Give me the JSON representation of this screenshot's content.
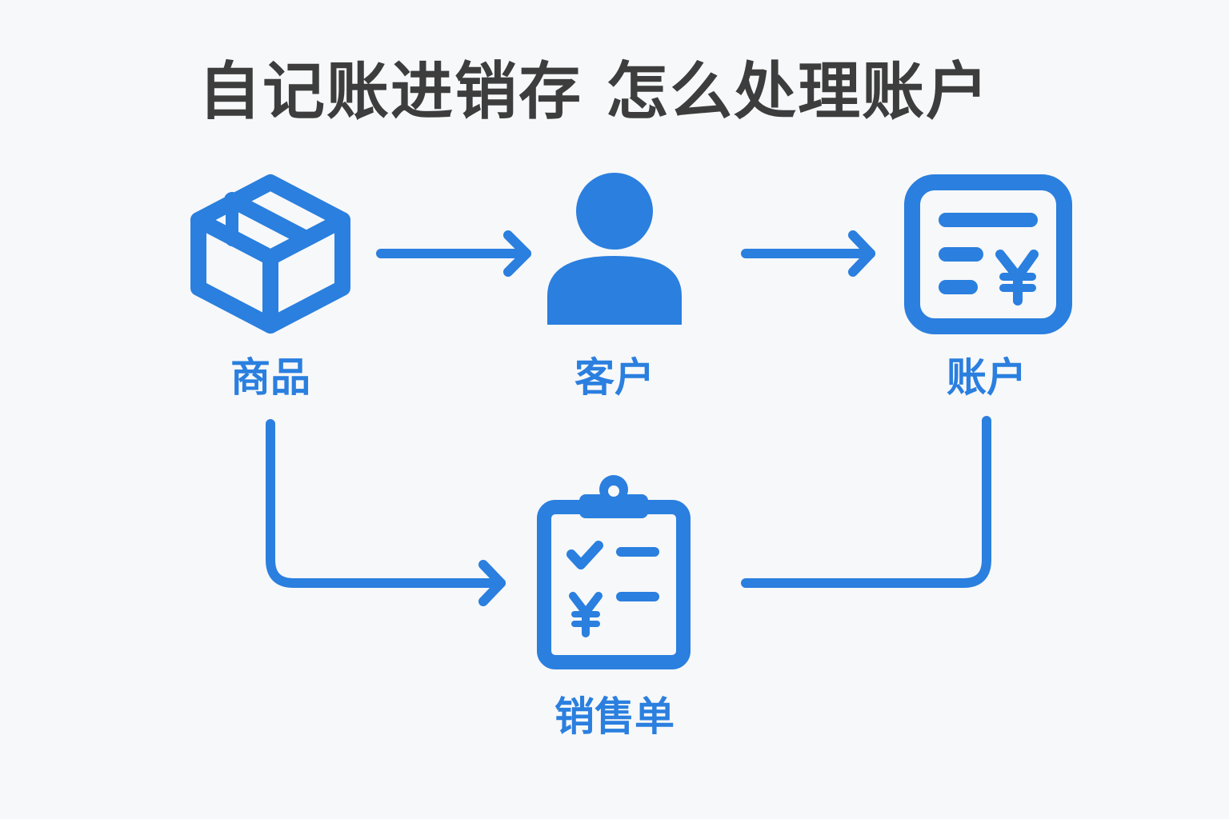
{
  "title": "自记账进销存 怎么处理账户",
  "accent_color": "#2a7fdf",
  "nodes": {
    "goods": {
      "label": "商品",
      "icon": "box-icon"
    },
    "customer": {
      "label": "客户",
      "icon": "person-icon"
    },
    "account": {
      "label": "账户",
      "icon": "ledger-yen-icon"
    },
    "sales_order": {
      "label": "销售单",
      "icon": "clipboard-yen-icon"
    }
  },
  "edges": [
    {
      "from": "goods",
      "to": "customer",
      "arrow": true
    },
    {
      "from": "customer",
      "to": "account",
      "arrow": true
    },
    {
      "from": "goods",
      "to": "sales_order",
      "arrow": true
    },
    {
      "from": "account",
      "to": "sales_order",
      "arrow": false
    }
  ]
}
